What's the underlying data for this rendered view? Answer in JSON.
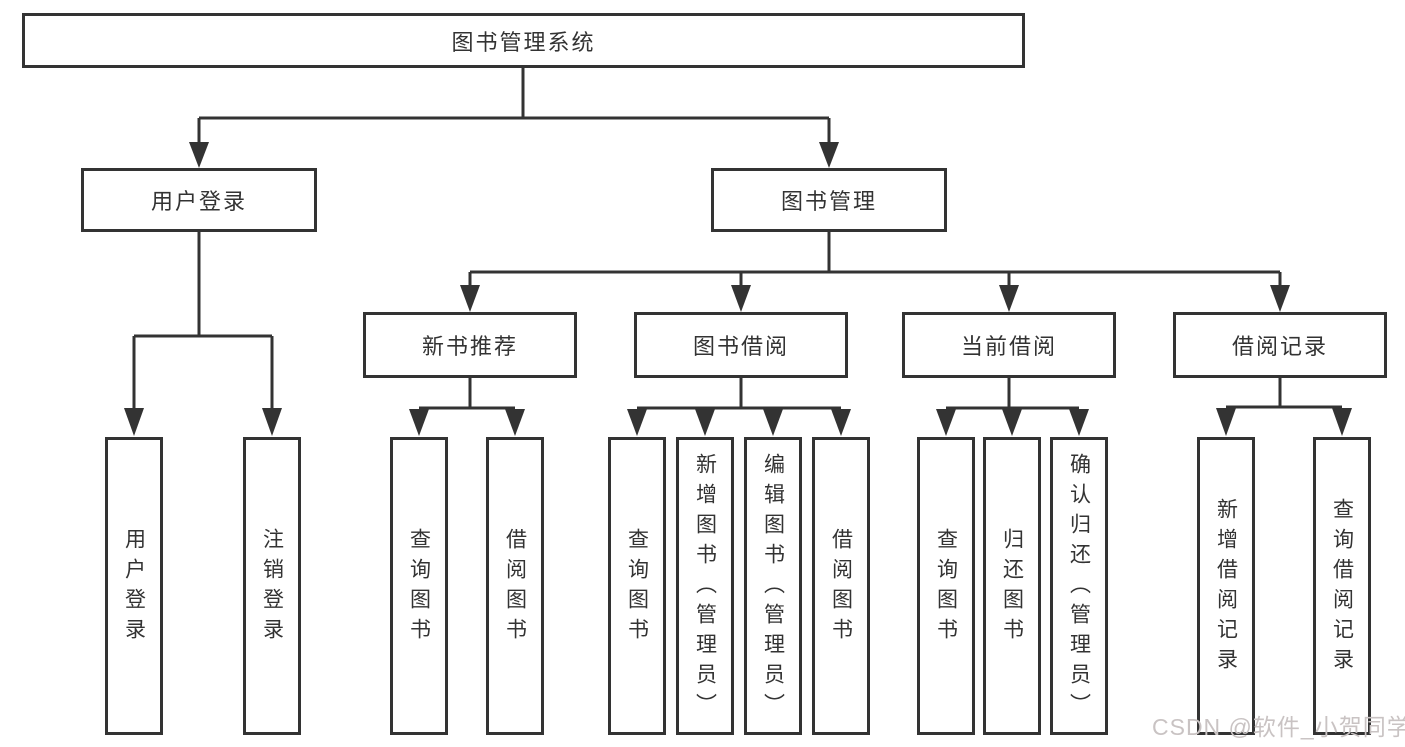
{
  "diagram": {
    "root": "图书管理系统",
    "branches": [
      {
        "label": "用户登录"
      },
      {
        "label": "图书管理"
      }
    ],
    "modules": [
      "新书推荐",
      "图书借阅",
      "当前借阅",
      "借阅记录"
    ],
    "leaves": [
      "用户登录",
      "注销登录",
      "查询图书",
      "借阅图书",
      "查询图书",
      "新增图书（管理员）",
      "编辑图书（管理员）",
      "借阅图书",
      "查询图书",
      "归还图书",
      "确认归还（管理员）",
      "新增借阅记录",
      "查询借阅记录"
    ]
  },
  "watermark": {
    "text": "CSDN @软件_小贺同学"
  },
  "colors": {
    "line": "#333333",
    "box_background": "#ffffff",
    "text": "#333333",
    "watermark": "#c9c3c3"
  }
}
